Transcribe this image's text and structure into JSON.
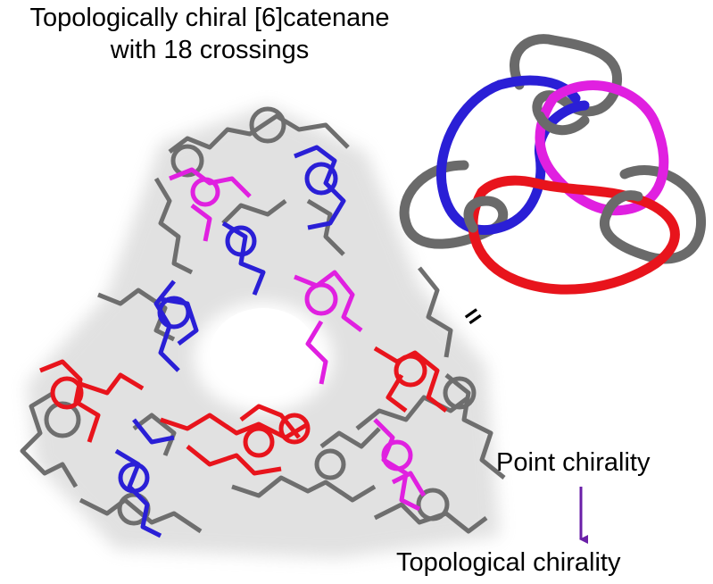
{
  "title": {
    "line1": "Topologically chiral [6]catenane",
    "line2": "with 18 crossings"
  },
  "equals_sign": "=",
  "labels": {
    "point": "Point chirality",
    "topological": "Topological chirality"
  },
  "colors": {
    "strand_red": "#e8141c",
    "strand_blue": "#2a1fd6",
    "strand_magenta": "#e020e0",
    "strand_gray": "#6e6e6e",
    "arrow": "#6a1fa8"
  }
}
